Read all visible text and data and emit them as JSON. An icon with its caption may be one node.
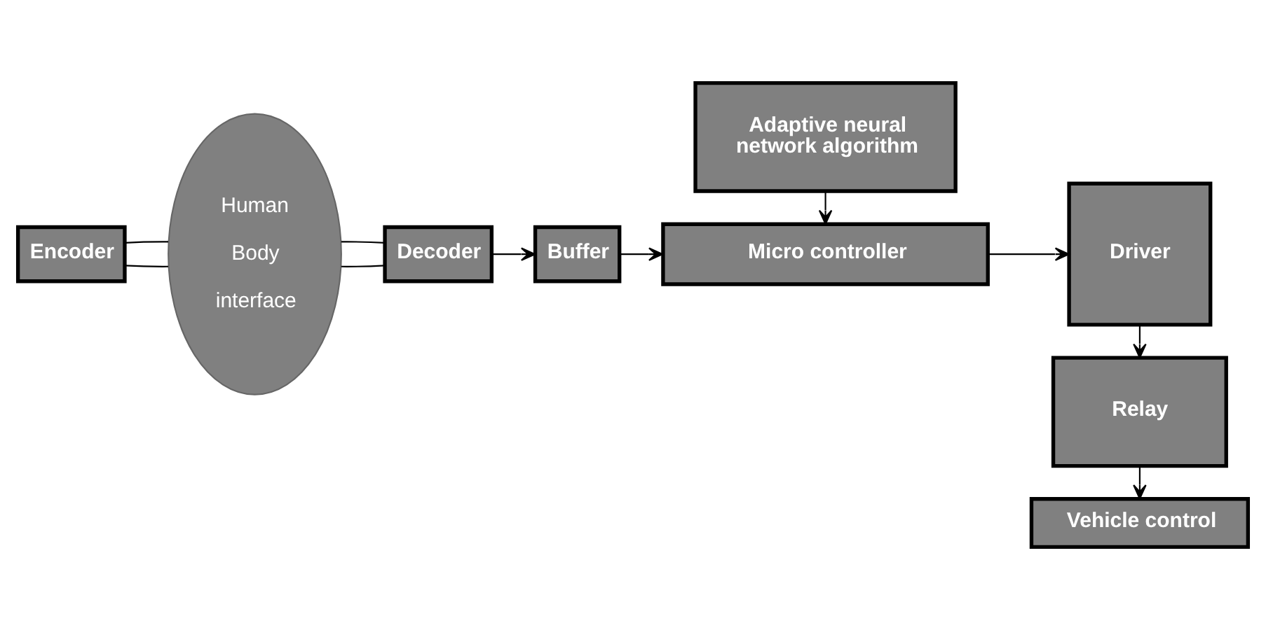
{
  "diagram": {
    "nodes": [
      {
        "text": [
          "Encoder"
        ]
      },
      {
        "text": [
          "Human Body interface"
        ]
      },
      {
        "text": [
          "Decoder"
        ]
      },
      {
        "text": [
          "Buffer"
        ]
      },
      {
        "text": [
          "Micro controller"
        ]
      },
      {
        "text": [
          "Driver"
        ]
      },
      {
        "text": [
          "Relay"
        ]
      },
      {
        "text": [
          "Adaptive neural network algorithm"
        ]
      },
      {
        "text": [
          "Vehicle control"
        ]
      }
    ],
    "edges": [
      {
        "from": 0,
        "to": 1,
        "arrow": "none"
      },
      {
        "from": 0,
        "to": 1,
        "arrow": "none"
      },
      {
        "from": 1,
        "to": 2,
        "arrow": "none"
      },
      {
        "from": 1,
        "to": 2,
        "arrow": "none"
      },
      {
        "from": 2,
        "to": 3,
        "arrow": "to"
      },
      {
        "from": 3,
        "to": 4,
        "arrow": "to"
      },
      {
        "from": 4,
        "to": 5,
        "arrow": "to"
      },
      {
        "from": 7,
        "to": 4,
        "arrow": "to"
      },
      {
        "from": 5,
        "to": 6,
        "arrow": "to"
      },
      {
        "from": 6,
        "to": 8,
        "arrow": "to"
      }
    ]
  }
}
